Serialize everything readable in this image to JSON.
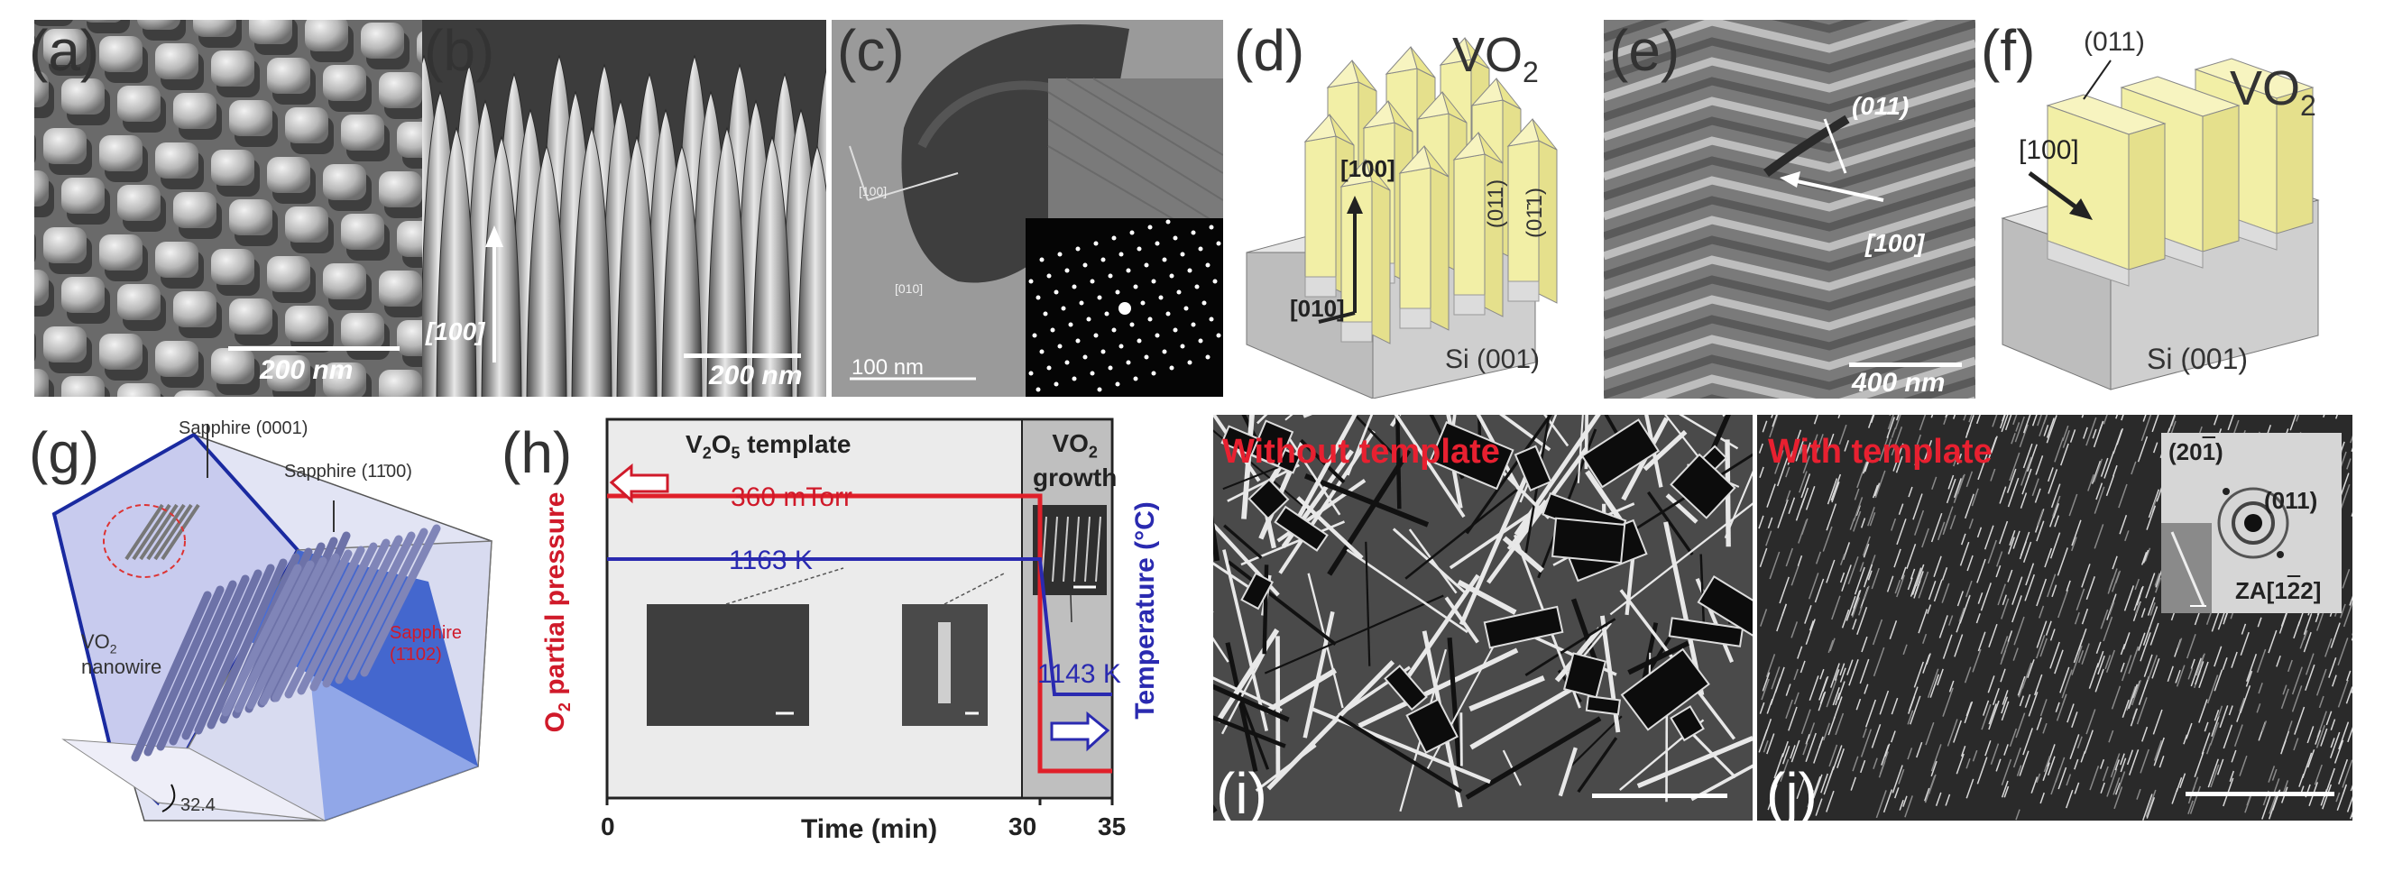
{
  "panels": {
    "a": {
      "label": "(a)",
      "scale": "200 nm"
    },
    "b": {
      "label": "(b)",
      "scale": "200 nm",
      "direction": "[100]"
    },
    "c": {
      "label": "(c)",
      "scale": "100 nm",
      "dir1": "[100]",
      "dir2": "[010]"
    },
    "d": {
      "label": "(d)",
      "title": "VO",
      "title_sub": "2",
      "dir100": "[100]",
      "dir010": "[010]",
      "face1": "(011)",
      "face2": "(01̄1)",
      "substrate": "Si (001)"
    },
    "e": {
      "label": "(e)",
      "scale": "400 nm",
      "facet": "(011)",
      "direction": "[100]"
    },
    "f": {
      "label": "(f)",
      "facet": "(011)",
      "title": "VO",
      "title_sub": "2",
      "direction": "[100]",
      "substrate": "Si (001)"
    },
    "g": {
      "label": "(g)",
      "sapphire_top": "Sapphire (0001)",
      "sapphire_side": "Sapphire (11̄00)",
      "nanowire": "VO",
      "nanowire_sub": "2",
      "nanowire2": "nanowire",
      "sapphire_r": "Sapphire",
      "sapphire_r2": "(1̄102)",
      "angle": "32.4"
    },
    "h": {
      "label": "(h)",
      "template": "V",
      "template_sub1": "2",
      "template_mid": "O",
      "template_sub2": "5",
      "template_end": " template",
      "growth1": "VO",
      "growth_sub": "2",
      "growth2": "growth",
      "pressure": "360 mTorr",
      "temp1": "1163 K",
      "temp2": "1143 K",
      "ylabel_left_pre": "O",
      "ylabel_left_sub": "2",
      "ylabel_left_post": " partial pressure",
      "ylabel_right": "Temperature (°C)",
      "xlabel": "Time (min)",
      "x0": "0",
      "x30": "30",
      "x35": "35"
    },
    "i": {
      "label": "(i)",
      "caption": "Without template"
    },
    "j": {
      "label": "(j)",
      "caption": "With template",
      "diff1": "(20",
      "diff1_bar": "1",
      "diff1_end": ")",
      "diff2": "(011)",
      "za": "ZA[1",
      "za_bar": "2",
      "za_end": "2]"
    }
  },
  "chart_data": {
    "type": "line",
    "title": "",
    "xlabel": "Time (min)",
    "ylabel": "O2 partial pressure",
    "ylabel_right": "Temperature (°C)",
    "x_ticks": [
      0,
      30,
      35
    ],
    "xlim": [
      0,
      35
    ],
    "series": [
      {
        "name": "O2 partial pressure",
        "color": "#e0202a",
        "x": [
          0,
          30,
          30,
          35
        ],
        "y_label": [
          "360 mTorr",
          "360 mTorr",
          "low",
          "low"
        ]
      },
      {
        "name": "Temperature",
        "color": "#2a2ab0",
        "x": [
          0,
          30,
          31,
          35
        ],
        "y_label": [
          "1163 K",
          "1163 K",
          "1143 K",
          "1143 K"
        ]
      }
    ],
    "regions": [
      {
        "label": "V2O5 template",
        "x": [
          0,
          30
        ]
      },
      {
        "label": "VO2 growth",
        "x": [
          30,
          35
        ]
      }
    ]
  }
}
